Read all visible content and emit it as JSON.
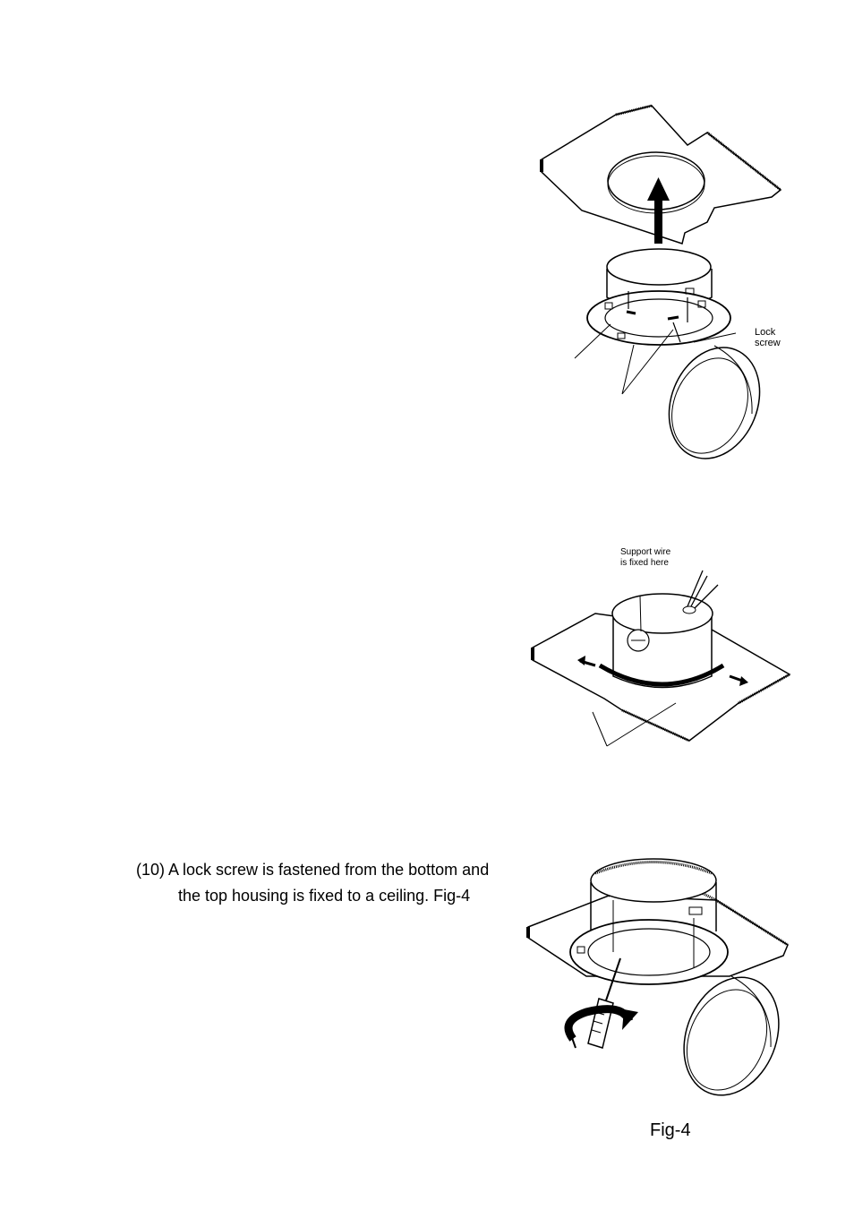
{
  "figure1": {
    "lock_label_line1": "Lock",
    "lock_label_line2": "screw"
  },
  "figure2": {
    "support_label_line1": "Support wire",
    "support_label_line2": "is fixed here"
  },
  "step10": {
    "number": "(10)",
    "text_line1": "A lock screw is fastened from the bottom and",
    "text_line2": "the top housing is fixed to a ceiling.  Fig-4"
  },
  "figure3": {
    "caption": "Fig-4"
  }
}
